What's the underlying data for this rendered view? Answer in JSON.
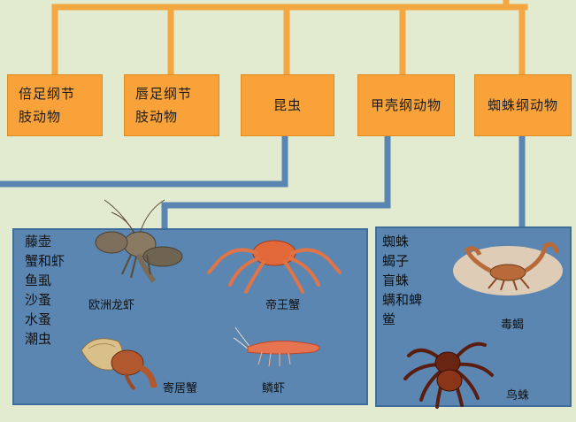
{
  "categories": [
    {
      "id": "myriapoda",
      "label_line1": "倍足纲节",
      "label_line2": "肢动物"
    },
    {
      "id": "chilopoda",
      "label_line1": "唇足纲节",
      "label_line2": "肢动物"
    },
    {
      "id": "insecta",
      "label": "昆虫"
    },
    {
      "id": "crustacea",
      "label": "甲壳纲动物"
    },
    {
      "id": "arachnida",
      "label": "蜘蛛纲动物"
    }
  ],
  "crustacean_panel": {
    "list": [
      "藤壶",
      "蟹和虾",
      "鱼虱",
      "沙蚤",
      "水蚤",
      "潮虫"
    ],
    "captions": {
      "lobster": "欧洲龙虾",
      "king_crab": "帝王蟹",
      "hermit_crab": "寄居蟹",
      "krill": "鳞虾"
    }
  },
  "arachnid_panel": {
    "list": [
      "蜘蛛",
      "蝎子",
      "盲蛛",
      "螨和蜱",
      "鲎"
    ],
    "captions": {
      "scorpion": "毒蝎",
      "tarantula": "鸟蛛"
    }
  },
  "colors": {
    "background": "#e2ebcf",
    "orange": "#f9a23a",
    "blue": "#5b86b1",
    "connector_orange": "#f4a640",
    "connector_blue": "#5a85b3"
  }
}
